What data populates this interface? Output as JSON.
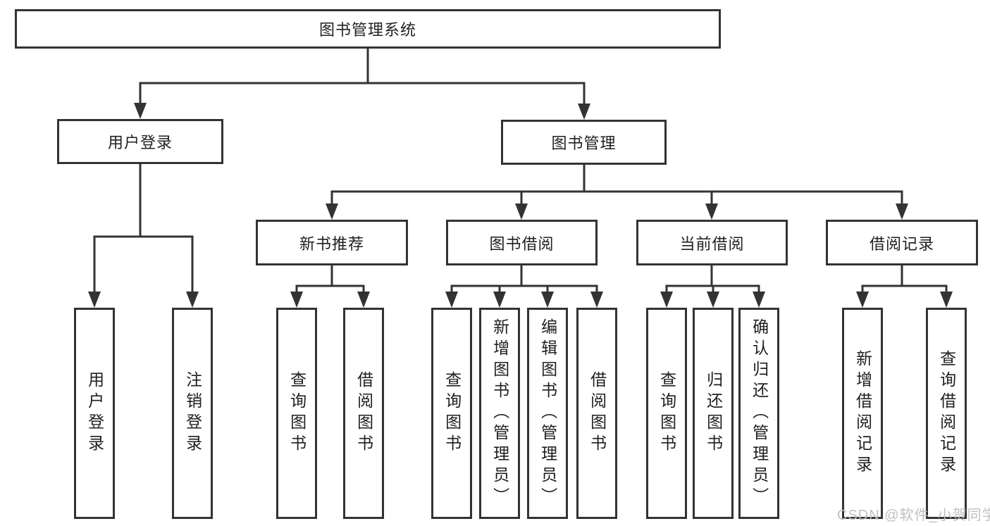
{
  "diagram_title": "图书管理系统",
  "colors": {
    "line": "#333333",
    "text": "#1f1f1f",
    "box_background": "#ffffff",
    "watermark": "#c0c0c0"
  },
  "tree": {
    "label": "图书管理系统",
    "children": [
      {
        "label": "用户登录",
        "children": [
          {
            "label": "用户登录"
          },
          {
            "label": "注销登录"
          }
        ]
      },
      {
        "label": "图书管理",
        "children": [
          {
            "label": "新书推荐",
            "children": [
              {
                "label": "查询图书"
              },
              {
                "label": "借阅图书"
              }
            ]
          },
          {
            "label": "图书借阅",
            "children": [
              {
                "label": "查询图书"
              },
              {
                "label": "新增图书（管理员）"
              },
              {
                "label": "编辑图书（管理员）"
              },
              {
                "label": "借阅图书"
              }
            ]
          },
          {
            "label": "当前借阅",
            "children": [
              {
                "label": "查询图书"
              },
              {
                "label": "归还图书"
              },
              {
                "label": "确认归还（管理员）"
              }
            ]
          },
          {
            "label": "借阅记录",
            "children": [
              {
                "label": "新增借阅记录"
              },
              {
                "label": "查询借阅记录"
              }
            ]
          }
        ]
      }
    ]
  },
  "watermark": {
    "text": "CSDN @软件_小贺同学"
  }
}
